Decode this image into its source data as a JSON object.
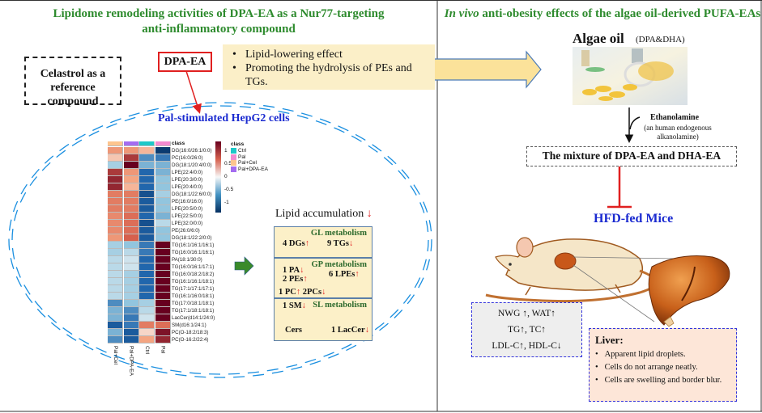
{
  "left_title": [
    "Lipidome remodeling activities of DPA-EA as a Nur77-targeting",
    "anti-inflammatory compound"
  ],
  "celastrol_box": [
    "Celastrol as a",
    "reference compound"
  ],
  "dpa_ea_label": "DPA-EA",
  "effects": [
    "Lipid-lowering effect",
    "Promoting the hydrolysis of PEs and TGs."
  ],
  "cell_title": "Pal-stimulated HepG2 cells",
  "heatmap": {
    "class_label": "class",
    "columns": [
      "Pal+Cel",
      "Pal+DPA-EA",
      "Ctrl",
      "Pal"
    ],
    "column_colors": [
      "#fdc58e",
      "#a46cf0",
      "#1ec8c8",
      "#f48ad0"
    ],
    "rows": [
      "DG(16:0/26:1/0:0)",
      "PC(16:0/26:0)",
      "DG(18:1/20:4/0:0)",
      "LPE(22:4/0:0)",
      "LPE(20:3/0:0)",
      "LPE(20:4/0:0)",
      "DG(18:1/22:6/0:0)",
      "PE(16:0/16:0)",
      "LPE(20:5/0:0)",
      "LPE(22:5/0:0)",
      "LPE(32:0/0:0)",
      "PE(26:0/6:0)",
      "DG(18:1/22:2/0:0)",
      "TG(16:1/16:1/16:1)",
      "TG(16:0/16:1/16:1)",
      "PA(18:1/30:0)",
      "TG(16:0/16:1/17:1)",
      "TG(16:0/18:2/18:2)",
      "TG(16:1/16:1/18:1)",
      "TG(17:1/17:1/17:1)",
      "TG(16:1/16:0/18:1)",
      "TG(17:0/18:1/18:1)",
      "TG(17:1/18:1/18:1)",
      "LacCer(d14:1/24:0)",
      "SM(d16:1/24:1)",
      "PC(O-18:2/18:3)",
      "PC(O-16:2/22:4)"
    ],
    "values": [
      [
        0.6,
        0.6,
        0.4,
        -1.4
      ],
      [
        0.3,
        1.2,
        -0.8,
        -0.9
      ],
      [
        -0.4,
        1.5,
        -0.6,
        -0.6
      ],
      [
        1.2,
        0.6,
        -1.0,
        -0.6
      ],
      [
        1.3,
        0.5,
        -1.0,
        -0.5
      ],
      [
        1.3,
        0.4,
        -1.0,
        -0.5
      ],
      [
        0.8,
        0.8,
        -1.2,
        -0.4
      ],
      [
        0.8,
        0.8,
        -1.1,
        -0.5
      ],
      [
        0.8,
        0.8,
        -1.1,
        -0.5
      ],
      [
        0.7,
        0.9,
        -1.0,
        -0.6
      ],
      [
        0.7,
        0.9,
        -1.2,
        -0.3
      ],
      [
        0.7,
        0.9,
        -1.1,
        -0.5
      ],
      [
        0.6,
        1.0,
        -1.1,
        -0.5
      ],
      [
        -0.4,
        -0.5,
        -0.9,
        1.5
      ],
      [
        -0.4,
        -0.3,
        -0.9,
        1.5
      ],
      [
        -0.3,
        -0.2,
        -1.0,
        1.5
      ],
      [
        -0.3,
        -0.2,
        -1.0,
        1.5
      ],
      [
        -0.3,
        -0.4,
        -1.0,
        1.5
      ],
      [
        -0.3,
        -0.4,
        -1.0,
        1.5
      ],
      [
        -0.3,
        -0.4,
        -1.0,
        1.5
      ],
      [
        -0.3,
        -0.4,
        -1.0,
        1.5
      ],
      [
        -0.8,
        -0.5,
        -0.4,
        1.6
      ],
      [
        -0.6,
        -0.8,
        -0.3,
        1.6
      ],
      [
        -0.6,
        -0.9,
        -0.2,
        1.6
      ],
      [
        -1.1,
        -0.9,
        0.8,
        0.9
      ],
      [
        -0.6,
        -1.1,
        0.2,
        1.4
      ],
      [
        -0.8,
        -1.1,
        0.5,
        1.3
      ]
    ],
    "scale_ticks": [
      "1",
      "0.5",
      "0",
      "-0.5",
      "-1"
    ],
    "legend_title": "class",
    "legend_items": [
      "Ctrl",
      "Pal",
      "Pal+Cel",
      "Pal+DPA-EA"
    ],
    "legend_colors": [
      "#1ec8c8",
      "#f48ad0",
      "#fdc58e",
      "#a46cf0"
    ]
  },
  "lipid_accumulation": "Lipid accumulation",
  "lipid_accumulation_arrow": "↓",
  "metabolism": {
    "gl": {
      "title": "GL metabolism",
      "items": [
        "4 DGs",
        "9 TGs"
      ]
    },
    "gp": {
      "title": "GP metabolism",
      "items": [
        "1 PA",
        "2 PEs",
        "6 LPEs",
        "1 PC",
        "2PCs"
      ]
    },
    "sl": {
      "title": "SL metabolism",
      "items": [
        "1 SM",
        "Cers",
        "1 LacCer"
      ]
    },
    "arrows": {
      "up": "↑",
      "down": "↓"
    }
  },
  "right_title_italic": "In vivo",
  "right_title_rest": " anti-obesity effects of the algae oil-derived PUFA-EAs",
  "algae_oil": "Algae oil",
  "algae_oil_sub": "(DPA&DHA)",
  "ethanolamine": "Ethanolamine",
  "ethanolamine_note": [
    "(an human endogenous",
    "alkanolamine)"
  ],
  "mixture": "The mixture of DPA-EA and DHA-EA",
  "hfd_mice": "HFD-fed Mice",
  "serum_box": [
    "NWG ↑, WAT↑",
    "TG↑, TC↑",
    "LDL-C↑, HDL-C↓"
  ],
  "liver_box": {
    "title": "Liver:",
    "items": [
      "Apparent lipid droplets.",
      "Cells do not arrange neatly.",
      "Cells are swelling and border blur."
    ]
  }
}
